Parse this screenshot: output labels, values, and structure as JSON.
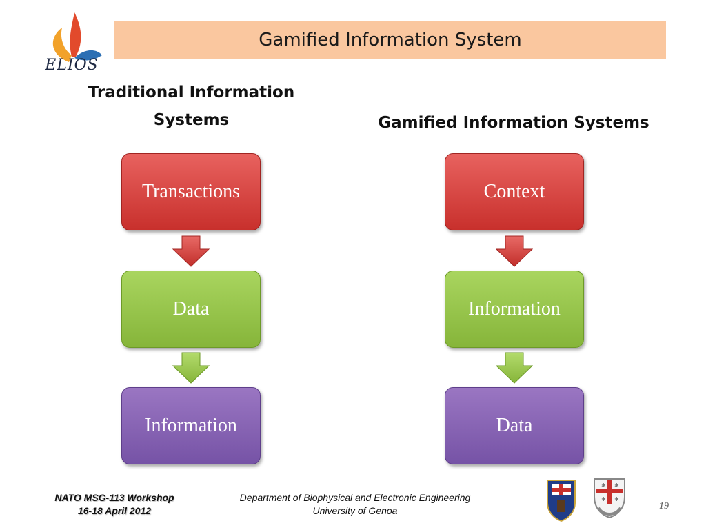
{
  "logo": {
    "text": "ELIOS"
  },
  "title": "Gamified Information System",
  "columns": {
    "left": {
      "heading_line1": "Traditional Information",
      "heading_line2": "Systems",
      "boxes": [
        "Transactions",
        "Data",
        "Information"
      ]
    },
    "right": {
      "heading": "Gamified Information Systems",
      "boxes": [
        "Context",
        "Information",
        "Data"
      ]
    }
  },
  "colors": {
    "red": "#d6423e",
    "green": "#94c34a",
    "purple": "#8462b3",
    "title_bar": "#fac79f"
  },
  "footer": {
    "left_line1": "NATO MSG-113 Workshop",
    "left_line2": "16-18 April 2012",
    "center_line1": "Department of Biophysical and Electronic Engineering",
    "center_line2": "University of Genoa",
    "page_number": "19"
  }
}
